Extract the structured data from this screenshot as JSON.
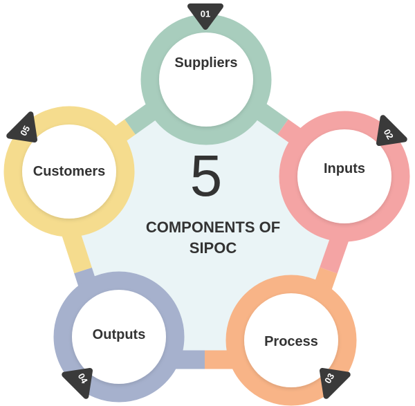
{
  "center": {
    "big_number": "5",
    "title_line1": "COMPONENTS OF",
    "title_line2": "SIPOC"
  },
  "components": [
    {
      "number": "01",
      "label": "Suppliers",
      "color": "#a8cdbd"
    },
    {
      "number": "02",
      "label": "Inputs",
      "color": "#f4a4a4"
    },
    {
      "number": "03",
      "label": "Process",
      "color": "#f8b487"
    },
    {
      "number": "04",
      "label": "Outputs",
      "color": "#a6b1cd"
    },
    {
      "number": "05",
      "label": "Customers",
      "color": "#f5dc8e"
    }
  ],
  "colors": {
    "fill": "#eaf4f6",
    "badge": "#3a3a3a",
    "text": "#333333"
  }
}
